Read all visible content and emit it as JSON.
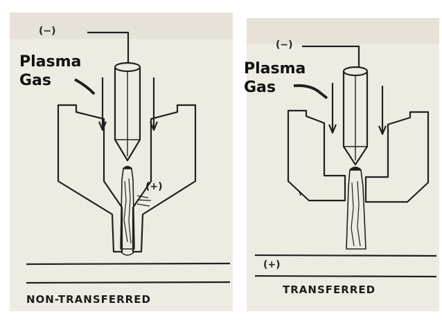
{
  "left_panel": {
    "gas_label": "Plasma Gas",
    "cathode_sign": "(−)",
    "anode_sign": "(+)",
    "caption": "NON-TRANSFERRED"
  },
  "right_panel": {
    "gas_label": "Plasma Gas",
    "cathode_sign": "(−)",
    "workpiece_sign": "(+)",
    "caption": "TRANSFERRED"
  },
  "colors": {
    "paper": "#eeebe2",
    "ink": "#1f1f1f"
  }
}
